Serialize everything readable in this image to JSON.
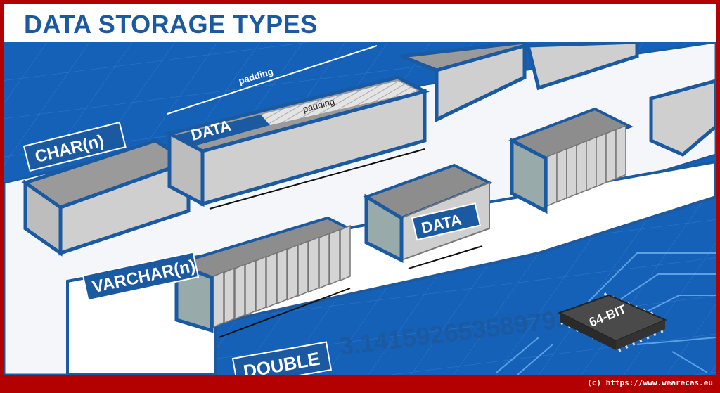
{
  "title": "DATA STORAGE TYPES",
  "labels": {
    "char": "CHAR(n)",
    "varchar": "VARCHAR(n)",
    "double": "DOUBLE",
    "data_char": "DATA",
    "data_varchar": "DATA",
    "padding_outer": "padding",
    "padding_inner": "padding",
    "double_value": "3.141592653589793",
    "chip": "64-BIT"
  },
  "footer": "(c) https://www.wearecas.eu",
  "colors": {
    "frame": "#b30000",
    "blue": "#1b5aa0",
    "background": "#1561b8",
    "box": "#c8c8c8"
  }
}
